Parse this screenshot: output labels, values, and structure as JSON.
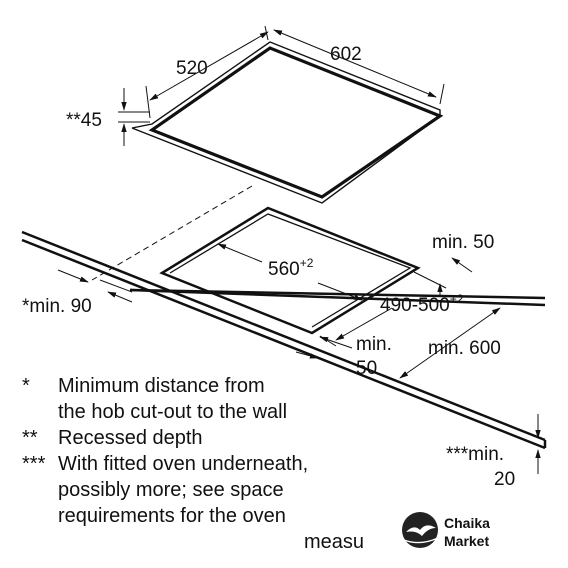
{
  "dimensions": {
    "hob_width": "520",
    "hob_depth": "602",
    "recessed": "**45",
    "wall_distance": "min. 50",
    "cutout_width": "560",
    "cutout_width_sup": "+2",
    "cutout_depth": "490-500",
    "cutout_depth_sup": "+2",
    "min_90": "*min. 90",
    "front_min_line1": "min.",
    "front_min_line2": "50",
    "worktop_depth": "min. 600",
    "oven_line1": "***min.",
    "oven_line2": "20"
  },
  "notes": [
    {
      "mark": "*",
      "lines": [
        "Minimum distance from",
        "the hob cut-out to the wall"
      ]
    },
    {
      "mark": "**",
      "lines": [
        "Recessed depth"
      ]
    },
    {
      "mark": "***",
      "lines": [
        "With fitted oven underneath,",
        "possibly more; see space",
        "requirements for the oven",
        "measu"
      ]
    }
  ],
  "logo": {
    "line1": "Chaika",
    "line2": "Market"
  }
}
